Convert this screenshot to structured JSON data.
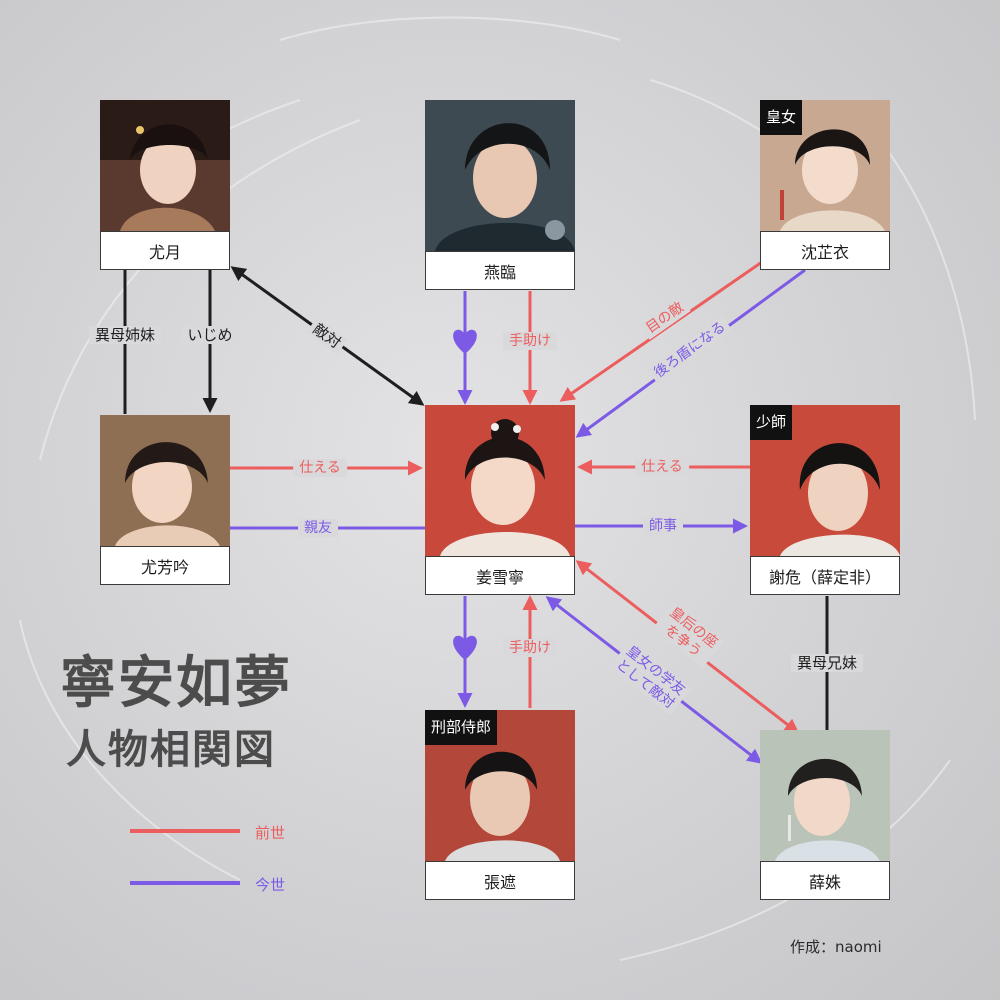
{
  "title": "寧安如夢",
  "subtitle": "人物相関図",
  "credit": "作成：naomi",
  "colors": {
    "past_life": "#ec5d5d",
    "present_life": "#7c5ae6",
    "neutral": "#1e1e1e"
  },
  "legend": [
    {
      "key": "past_life",
      "label": "前世"
    },
    {
      "key": "present_life",
      "label": "今世"
    }
  ],
  "characters": [
    {
      "id": "youyue",
      "name": "尤月",
      "tag": ""
    },
    {
      "id": "yanlin",
      "name": "燕臨",
      "tag": ""
    },
    {
      "id": "shenzhiyi",
      "name": "沈芷衣",
      "tag": "皇女"
    },
    {
      "id": "youfangyin",
      "name": "尤芳吟",
      "tag": ""
    },
    {
      "id": "jiangxuening",
      "name": "姜雪寧",
      "tag": ""
    },
    {
      "id": "xiewei",
      "name": "謝危（薛定非）",
      "tag": "少師"
    },
    {
      "id": "zhangzhe",
      "name": "張遮",
      "tag": "刑部侍郎"
    },
    {
      "id": "xueshu",
      "name": "薛姝",
      "tag": ""
    }
  ],
  "relations": [
    {
      "from": "youyue",
      "to": "youfangyin",
      "label": "異母姉妹",
      "type": "neutral"
    },
    {
      "from": "youyue",
      "to": "youfangyin",
      "label": "いじめ",
      "type": "neutral"
    },
    {
      "from": "youyue",
      "to": "jiangxuening",
      "label": "敵対",
      "type": "neutral"
    },
    {
      "from": "yanlin",
      "to": "jiangxuening",
      "label": "",
      "type": "present_life",
      "heart": true
    },
    {
      "from": "yanlin",
      "to": "jiangxuening",
      "label": "手助け",
      "type": "past_life"
    },
    {
      "from": "shenzhiyi",
      "to": "jiangxuening",
      "label": "目の敵",
      "type": "past_life"
    },
    {
      "from": "shenzhiyi",
      "to": "jiangxuening",
      "label": "後ろ盾になる",
      "type": "present_life"
    },
    {
      "from": "youfangyin",
      "to": "jiangxuening",
      "label": "仕える",
      "type": "past_life"
    },
    {
      "from": "youfangyin",
      "to": "jiangxuening",
      "label": "親友",
      "type": "present_life"
    },
    {
      "from": "xiewei",
      "to": "jiangxuening",
      "label": "仕える",
      "type": "past_life"
    },
    {
      "from": "jiangxuening",
      "to": "xiewei",
      "label": "師事",
      "type": "present_life"
    },
    {
      "from": "jiangxuening",
      "to": "zhangzhe",
      "label": "",
      "type": "present_life",
      "heart": true
    },
    {
      "from": "zhangzhe",
      "to": "jiangxuening",
      "label": "手助け",
      "type": "past_life"
    },
    {
      "from": "jiangxuening",
      "to": "xueshu",
      "label": "皇后の座\nを争う",
      "type": "past_life"
    },
    {
      "from": "jiangxuening",
      "to": "xueshu",
      "label": "皇女の学友\nとして敵対",
      "type": "present_life"
    },
    {
      "from": "xiewei",
      "to": "xueshu",
      "label": "異母兄妹",
      "type": "neutral"
    }
  ]
}
